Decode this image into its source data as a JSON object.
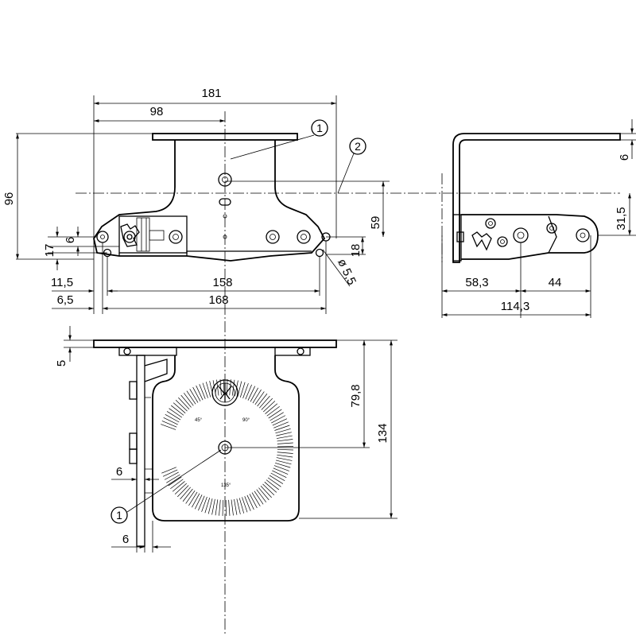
{
  "top_view": {
    "dims": {
      "overall_width": "181",
      "half_width": "98",
      "height": "96",
      "pivot_height": "59",
      "hole_row": "18",
      "slot_offset": "6",
      "lower_offset": "17",
      "hole_pitch_inner": "158",
      "hole_pitch_outer": "168",
      "edge_inner": "11,5",
      "edge_outer": "6,5",
      "hole_dia": "ø 5,5"
    },
    "callouts": [
      "1",
      "2"
    ]
  },
  "side_view": {
    "dims": {
      "flange": "6",
      "pivot_offset": "31,5",
      "span_a": "58,3",
      "span_b": "44",
      "overall_depth": "114,3"
    }
  },
  "front_view": {
    "dims": {
      "plate": "5",
      "pivot_height": "79,8",
      "overall_height": "134",
      "offset_a": "6",
      "offset_b": "6"
    },
    "callouts": [
      "1"
    ],
    "scale_labels": [
      "45°",
      "90°",
      "135°"
    ]
  }
}
